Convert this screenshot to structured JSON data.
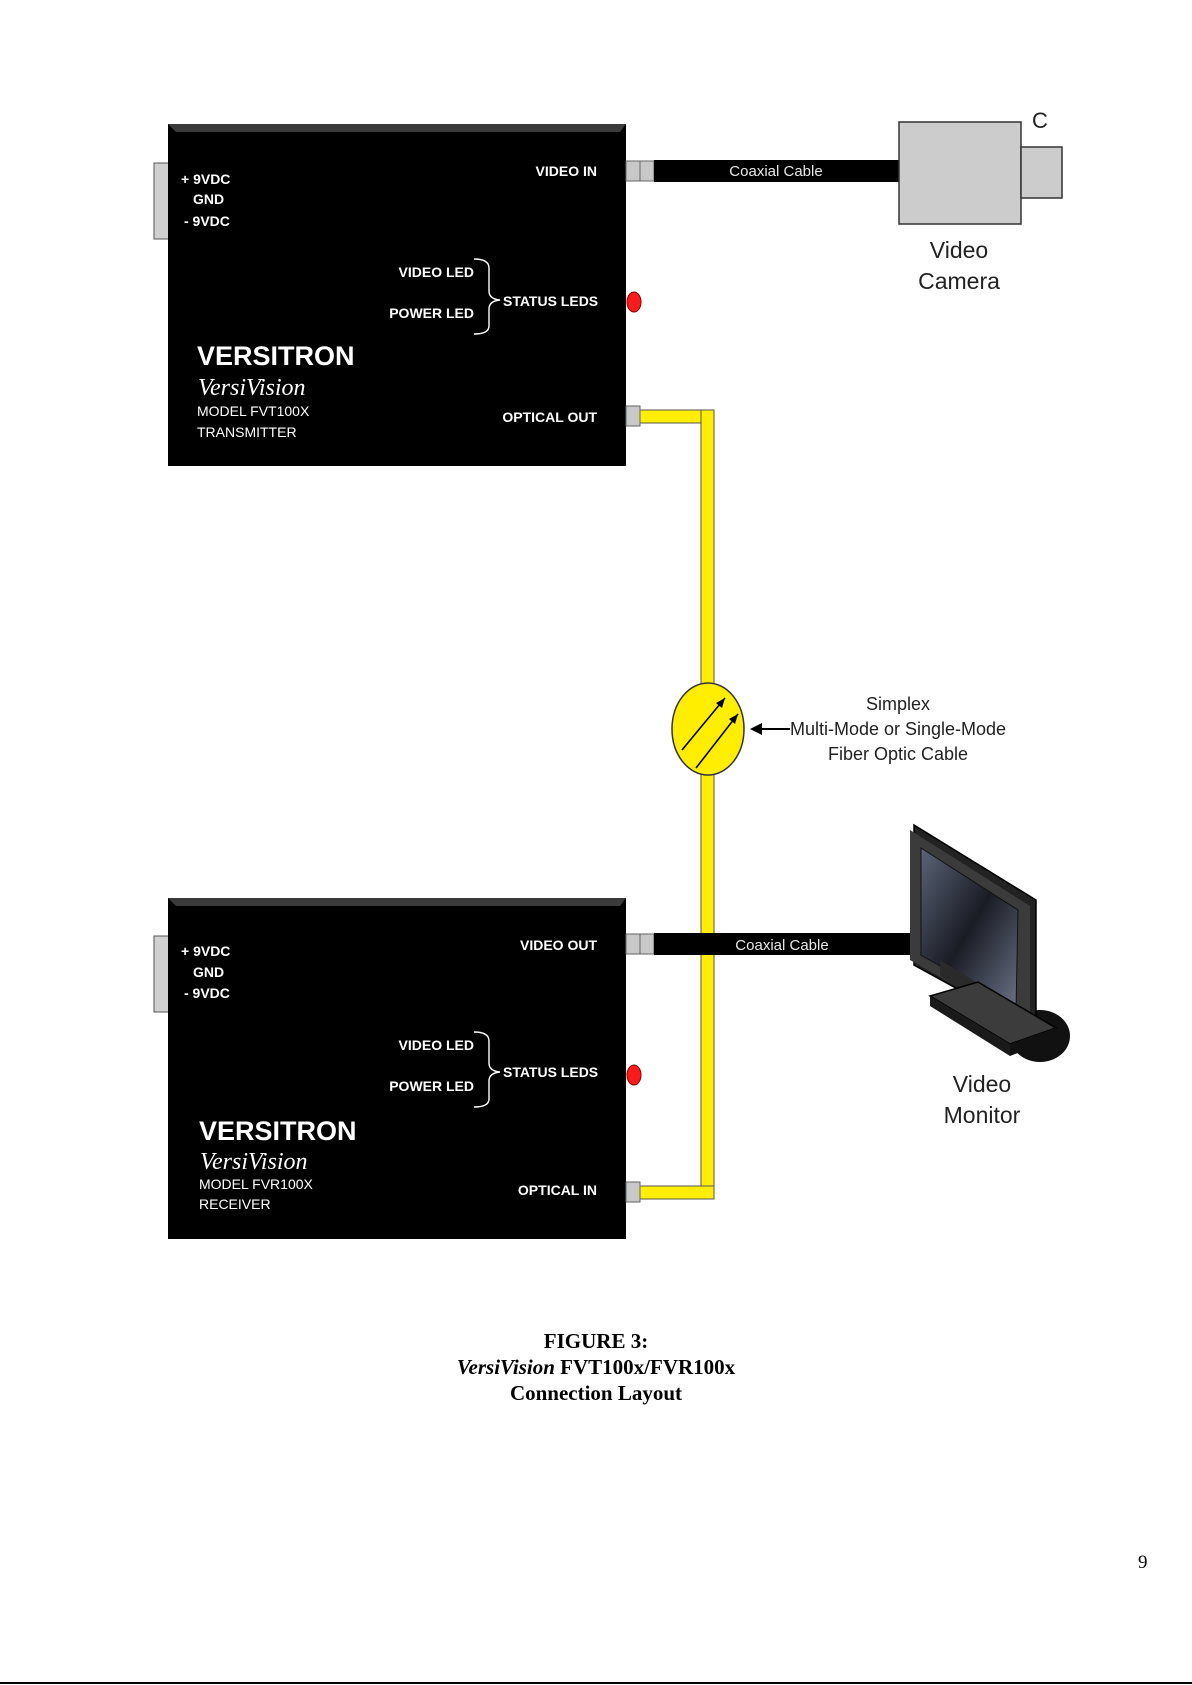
{
  "transmitter": {
    "power_plus": "+ 9VDC",
    "power_gnd": "GND",
    "power_minus": "- 9VDC",
    "port_top": "VIDEO IN",
    "video_led": "VIDEO LED",
    "power_led": "POWER LED",
    "status_leds": "STATUS LEDS",
    "brand": "VERSITRON",
    "product": "VersiVision",
    "model": "MODEL FVT100X",
    "role": "TRANSMITTER",
    "port_bottom": "OPTICAL OUT"
  },
  "receiver": {
    "power_plus": "+ 9VDC",
    "power_gnd": "GND",
    "power_minus": "- 9VDC",
    "port_top": "VIDEO OUT",
    "video_led": "VIDEO LED",
    "power_led": "POWER LED",
    "status_leds": "STATUS LEDS",
    "brand": "VERSITRON",
    "product": "VersiVision",
    "model": "MODEL FVR100X",
    "role": "RECEIVER",
    "port_bottom": "OPTICAL IN"
  },
  "coax_top_label": "Coaxial Cable",
  "coax_bottom_label": "Coaxial Cable",
  "camera": {
    "letter": "C",
    "label_line1": "Video",
    "label_line2": "Camera"
  },
  "monitor": {
    "label_line1": "Video",
    "label_line2": "Monitor"
  },
  "fiber": {
    "line1": "Simplex",
    "line2": "Multi-Mode or Single-Mode",
    "line3": "Fiber Optic Cable"
  },
  "caption": {
    "line1": "FIGURE 3:",
    "line2_italic": "VersiVision",
    "line2_rest": " FVT100x/FVR100x",
    "line3": "Connection Layout"
  },
  "page_number": "9",
  "colors": {
    "fiber": "#ffee00",
    "device": "#000000",
    "led": "#ff1a1a",
    "connector": "#c8c8c8"
  }
}
